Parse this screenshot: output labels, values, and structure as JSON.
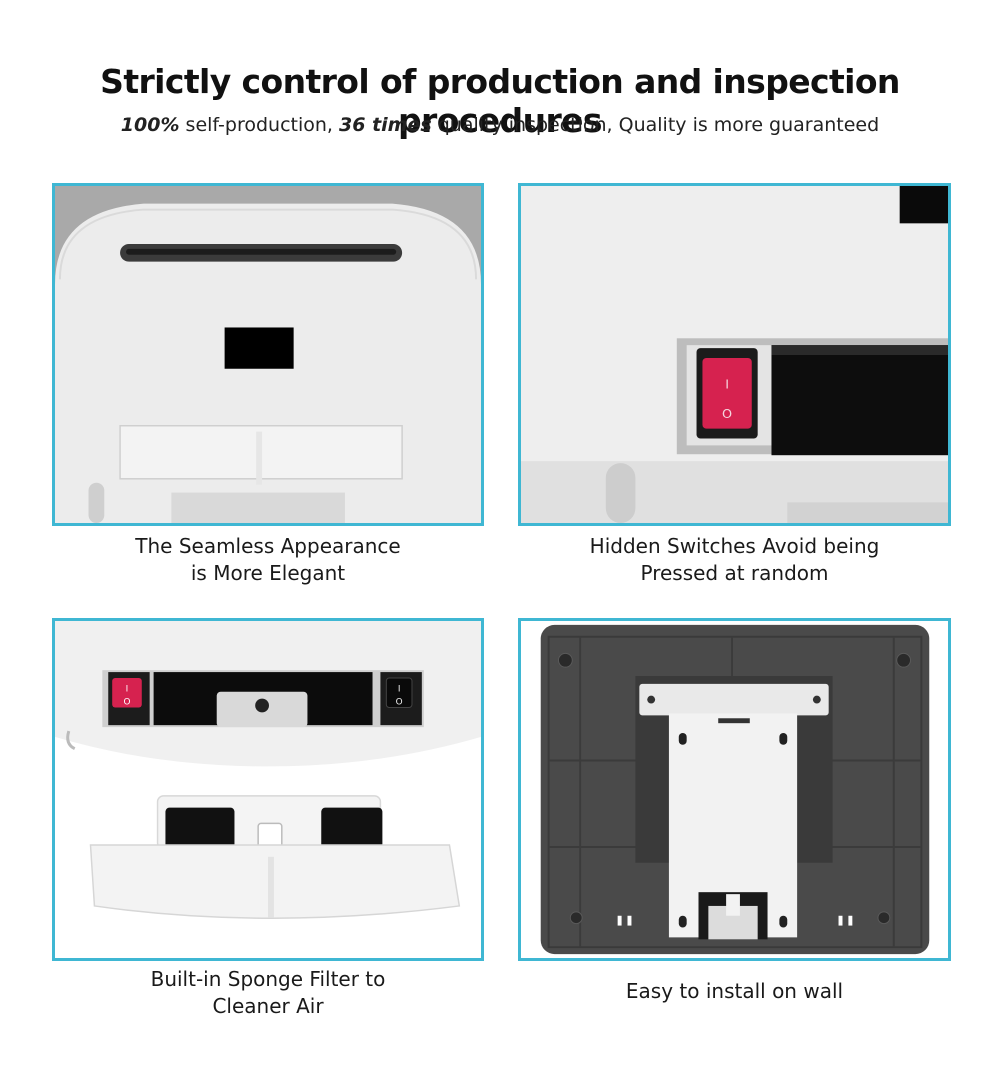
{
  "header": {
    "title": "Strictly control of production and inspection procedures",
    "subtitle": {
      "part1_bold": "100%",
      "part2": " self-production, ",
      "part3_bold": "36 times",
      "part4": " quality inspection, Quality is more guaranteed"
    }
  },
  "features": [
    {
      "line1": "The Seamless Appearance",
      "line2": "is More Elegant"
    },
    {
      "line1": "Hidden Switches Avoid being",
      "line2": "Pressed at random"
    },
    {
      "line1": "Built-in Sponge Filter to",
      "line2": "Cleaner Air"
    },
    {
      "line1": "Easy to install on wall",
      "line2": ""
    }
  ],
  "switch_symbols": {
    "on": "I",
    "off": "O"
  },
  "colors": {
    "panel_border": "#3fb7d3",
    "switch_red": "#d6224f"
  }
}
